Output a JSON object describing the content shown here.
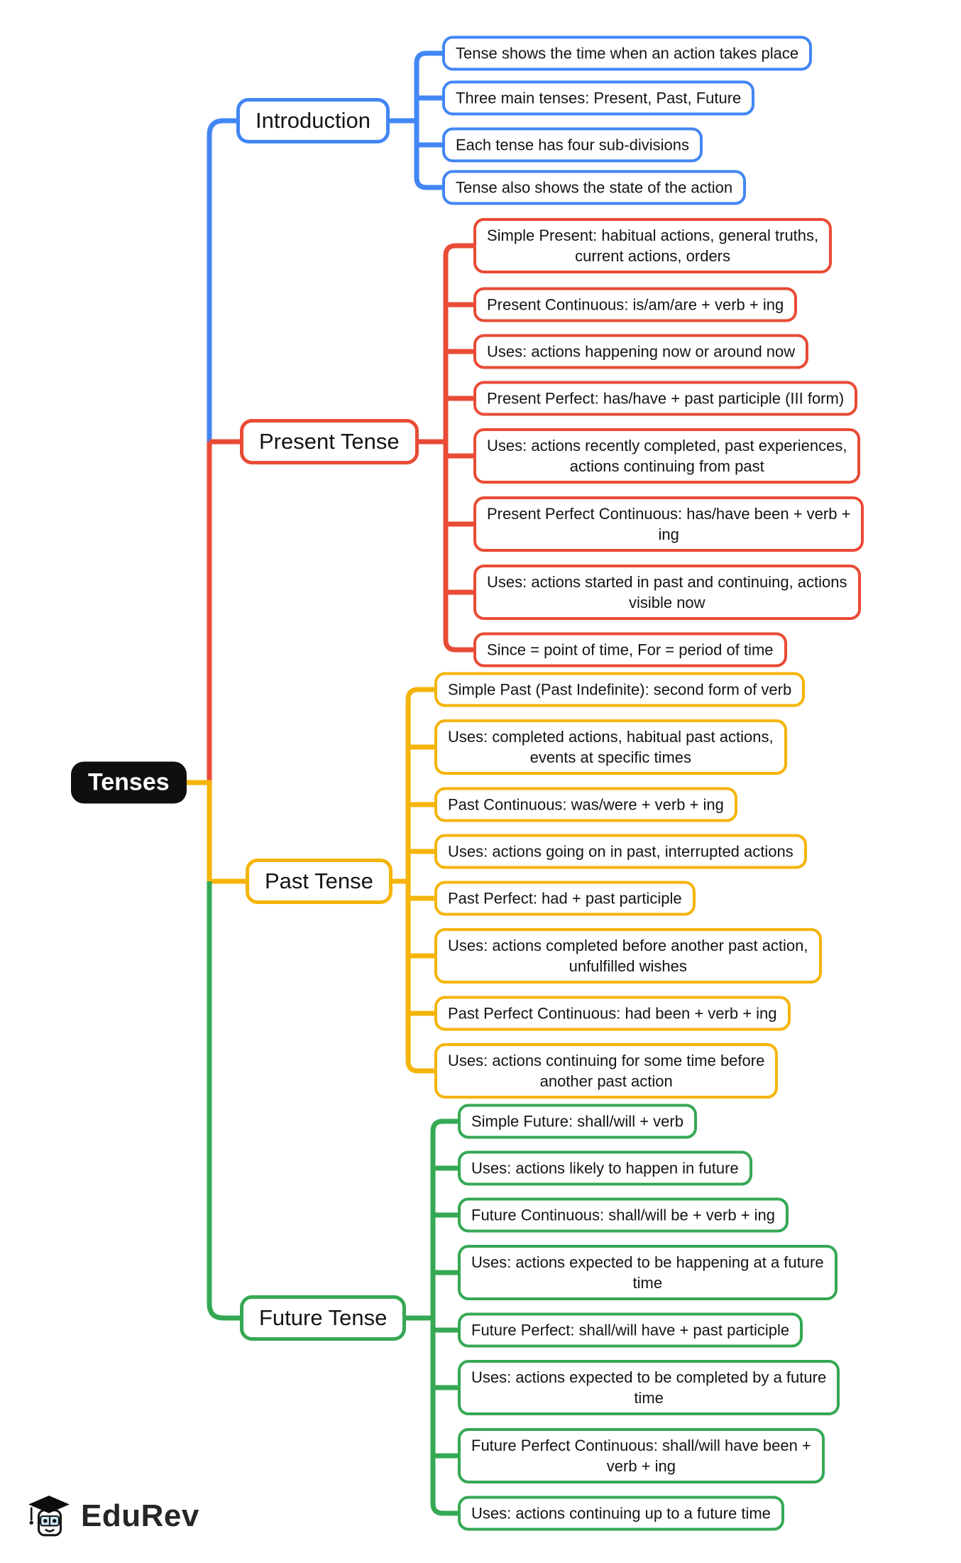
{
  "root": {
    "label": "Tenses",
    "color": "#0F0F0F"
  },
  "branches": [
    {
      "name": "Introduction",
      "color": "#4286F4",
      "leaves": [
        "Tense shows the time when an action takes place",
        "Three main tenses: Present, Past, Future",
        "Each tense has four sub-divisions",
        "Tense also shows the state of the action"
      ]
    },
    {
      "name": "Present Tense",
      "color": "#E94B35",
      "leaves": [
        "Simple Present: habitual actions, general truths,\ncurrent actions, orders",
        "Present Continuous: is/am/are + verb + ing",
        "Uses: actions happening now or around now",
        "Present Perfect: has/have + past participle (III form)",
        "Uses: actions recently completed, past experiences,\nactions continuing from past",
        "Present Perfect Continuous: has/have been + verb +\ning",
        "Uses: actions started in past and continuing, actions\nvisible now",
        "Since = point of time, For = period of time"
      ]
    },
    {
      "name": "Past Tense",
      "color": "#F5B40A",
      "leaves": [
        "Simple Past (Past Indefinite): second form of verb",
        "Uses: completed actions, habitual past actions,\nevents at specific times",
        "Past Continuous: was/were + verb + ing",
        "Uses: actions going on in past, interrupted actions",
        "Past Perfect: had + past participle",
        "Uses: actions completed before another past action,\nunfulfilled wishes",
        "Past Perfect Continuous: had been + verb + ing",
        "Uses: actions continuing for some time before\nanother past action"
      ]
    },
    {
      "name": "Future Tense",
      "color": "#35A853",
      "leaves": [
        "Simple Future: shall/will + verb",
        "Uses: actions likely to happen in future",
        "Future Continuous: shall/will be + verb + ing",
        "Uses: actions expected to be happening at a future\ntime",
        "Future Perfect: shall/will have + past participle",
        "Uses: actions expected to be completed by a future\ntime",
        "Future Perfect Continuous: shall/will have been +\nverb + ing",
        "Uses: actions continuing up to a future time"
      ]
    }
  ],
  "footer": {
    "logo_text": "EduRev"
  }
}
